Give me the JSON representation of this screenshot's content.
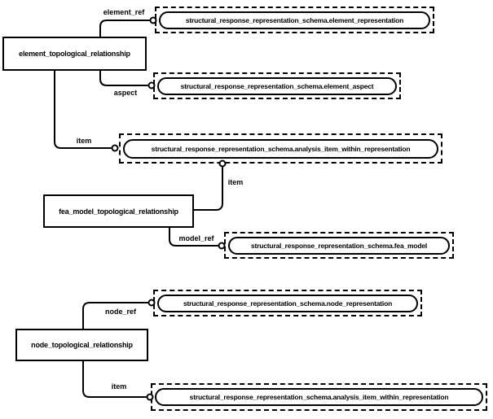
{
  "colors": {
    "background": "#ffffff",
    "ink": "#000000"
  },
  "diagram": {
    "entities": [
      {
        "label": "element_topological_relationship"
      },
      {
        "label": "fea_model_topological_relationship"
      },
      {
        "label": "node_topological_relationship"
      }
    ],
    "references": [
      {
        "label": "structural_response_representation_schema.element_representation"
      },
      {
        "label": "structural_response_representation_schema.element_aspect"
      },
      {
        "label": "structural_response_representation_schema.analysis_item_within_representation"
      },
      {
        "label": "structural_response_representation_schema.fea_model"
      },
      {
        "label": "structural_response_representation_schema.node_representation"
      },
      {
        "label": "structural_response_representation_schema.analysis_item_within_representation"
      }
    ],
    "relationships": [
      {
        "label": "element_ref"
      },
      {
        "label": "aspect"
      },
      {
        "label": "item"
      },
      {
        "label": "item"
      },
      {
        "label": "model_ref"
      },
      {
        "label": "node_ref"
      },
      {
        "label": "item"
      }
    ]
  }
}
